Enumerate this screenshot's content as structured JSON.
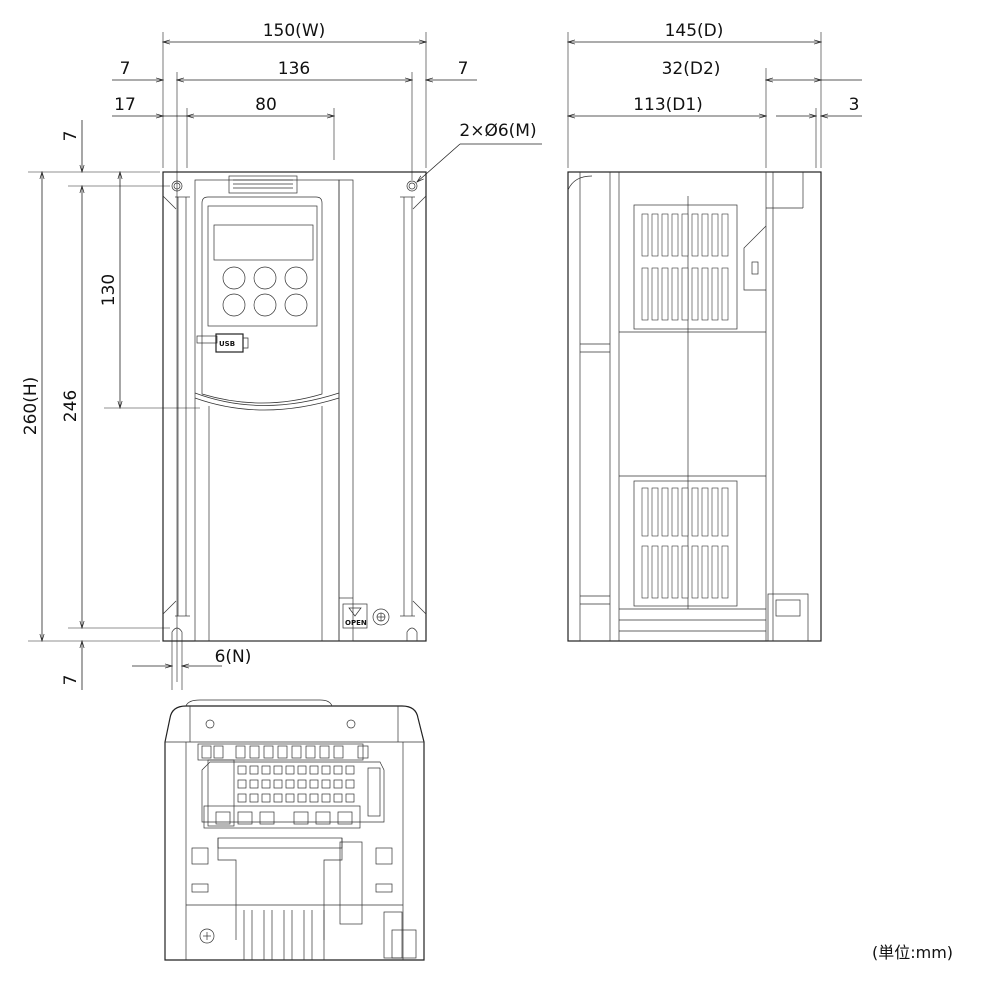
{
  "dimensions": {
    "w": "150(W)",
    "w_inner": "136",
    "w_margin_left": "7",
    "w_margin_right": "7",
    "hole_offset": "17",
    "panel_width": "80",
    "mount_hole": "2×Ø6(M)",
    "h": "260(H)",
    "h_inner": "246",
    "panel_height": "130",
    "h_margin_top": "7",
    "h_margin_bottom": "7",
    "slot": "6(N)",
    "d": "145(D)",
    "d2": "32(D2)",
    "d1": "113(D1)",
    "d3": "3"
  },
  "labels": {
    "usb": "USB",
    "open": "OPEN",
    "unit": "(単位:mm)"
  }
}
